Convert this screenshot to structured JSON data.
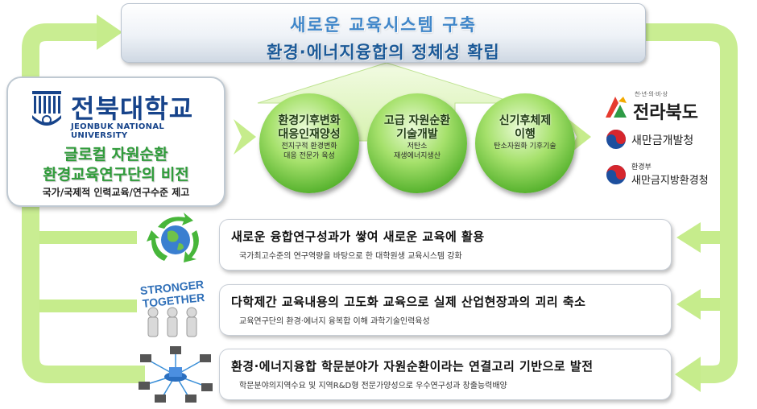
{
  "banner": {
    "line1": "새로운 교육시스템 구축",
    "line2": "환경·에너지융합의 정체성 확립"
  },
  "university": {
    "name_ko": "전북대학교",
    "name_en": "JEONBUK NATIONAL UNIVERSITY",
    "vision_line1": "글로컬 자원순환",
    "vision_line2": "환경교육연구단의 비전",
    "vision_sub": "국가/국제적 인력교육/연구수준 제고"
  },
  "circles": [
    {
      "title1": "환경기후변화",
      "title2": "대응인재양성",
      "sub1": "전지구적 환경변화",
      "sub2": "대응 전문가 육성"
    },
    {
      "title1": "고급 자원순환",
      "title2": "기술개발",
      "sub1": "저탄소",
      "sub2": "재생에너지생산"
    },
    {
      "title1": "신기후체제",
      "title2": "이행",
      "sub1": "탄소자원화 기후기술",
      "sub2": ""
    }
  ],
  "partners": {
    "jeonbuk_small": "천·년·의·비·상",
    "jeonbuk": "전라북도",
    "saemangeum_dev": "새만금개발청",
    "env_ministry": "환경부",
    "saemangeum_env": "새만금지방환경청"
  },
  "rows": [
    {
      "title": "새로운 융합연구성과가 쌓여 새로운 교육에 활용",
      "sub": "국가최고수준의 연구역량을 바탕으로 한 대학원생 교육시스템 강화"
    },
    {
      "title": "다학제간 교육내용의 고도화 교육으로 실제 산업현장과의 괴리 축소",
      "sub": "교육연구단의 환경·에너지 융복합 이해 과학기술인력육성"
    },
    {
      "title": "환경·에너지융합 학문분야가 자원순환이라는 연결고리 기반으로 발전",
      "sub": "학문분야의지역수요 및 지역R&D형 전문가양성으로 우수연구성과 창출능력배양"
    }
  ],
  "illustrations": {
    "stronger_line1": "STRONGER",
    "stronger_line2": "TOGETHER"
  },
  "colors": {
    "arrow_green": "#c6ec8c",
    "circle_green": "#6cc339",
    "university_blue": "#17448b",
    "vision_green": "#2f9c3a",
    "banner_blue": "#1c5a98"
  }
}
